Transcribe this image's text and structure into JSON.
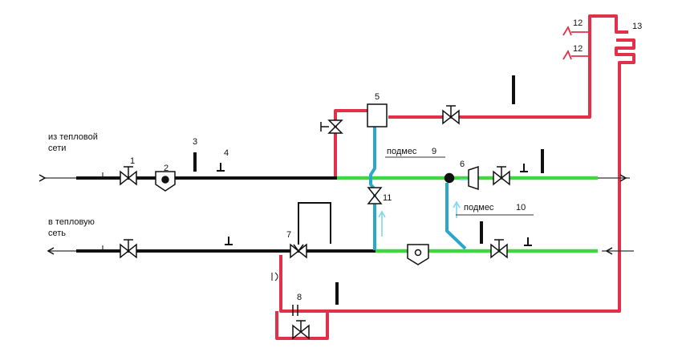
{
  "labels": {
    "from_network_line1": "из тепловой",
    "from_network_line2": "сети",
    "to_network_line1": "в тепловую",
    "to_network_line2": "сеть",
    "bypass_9": "подмес",
    "bypass_10": "подмес"
  },
  "callouts": [
    "1",
    "2",
    "3",
    "4",
    "5",
    "6",
    "7",
    "8",
    "9",
    "10",
    "11",
    "12",
    "12",
    "13"
  ],
  "colors": {
    "supply_network": "#111111",
    "heating_supply": "#e0304a",
    "heating_return": "#3ed83e",
    "mixing": "#2aa7c9",
    "arrow_light": "#7fd6ee"
  }
}
